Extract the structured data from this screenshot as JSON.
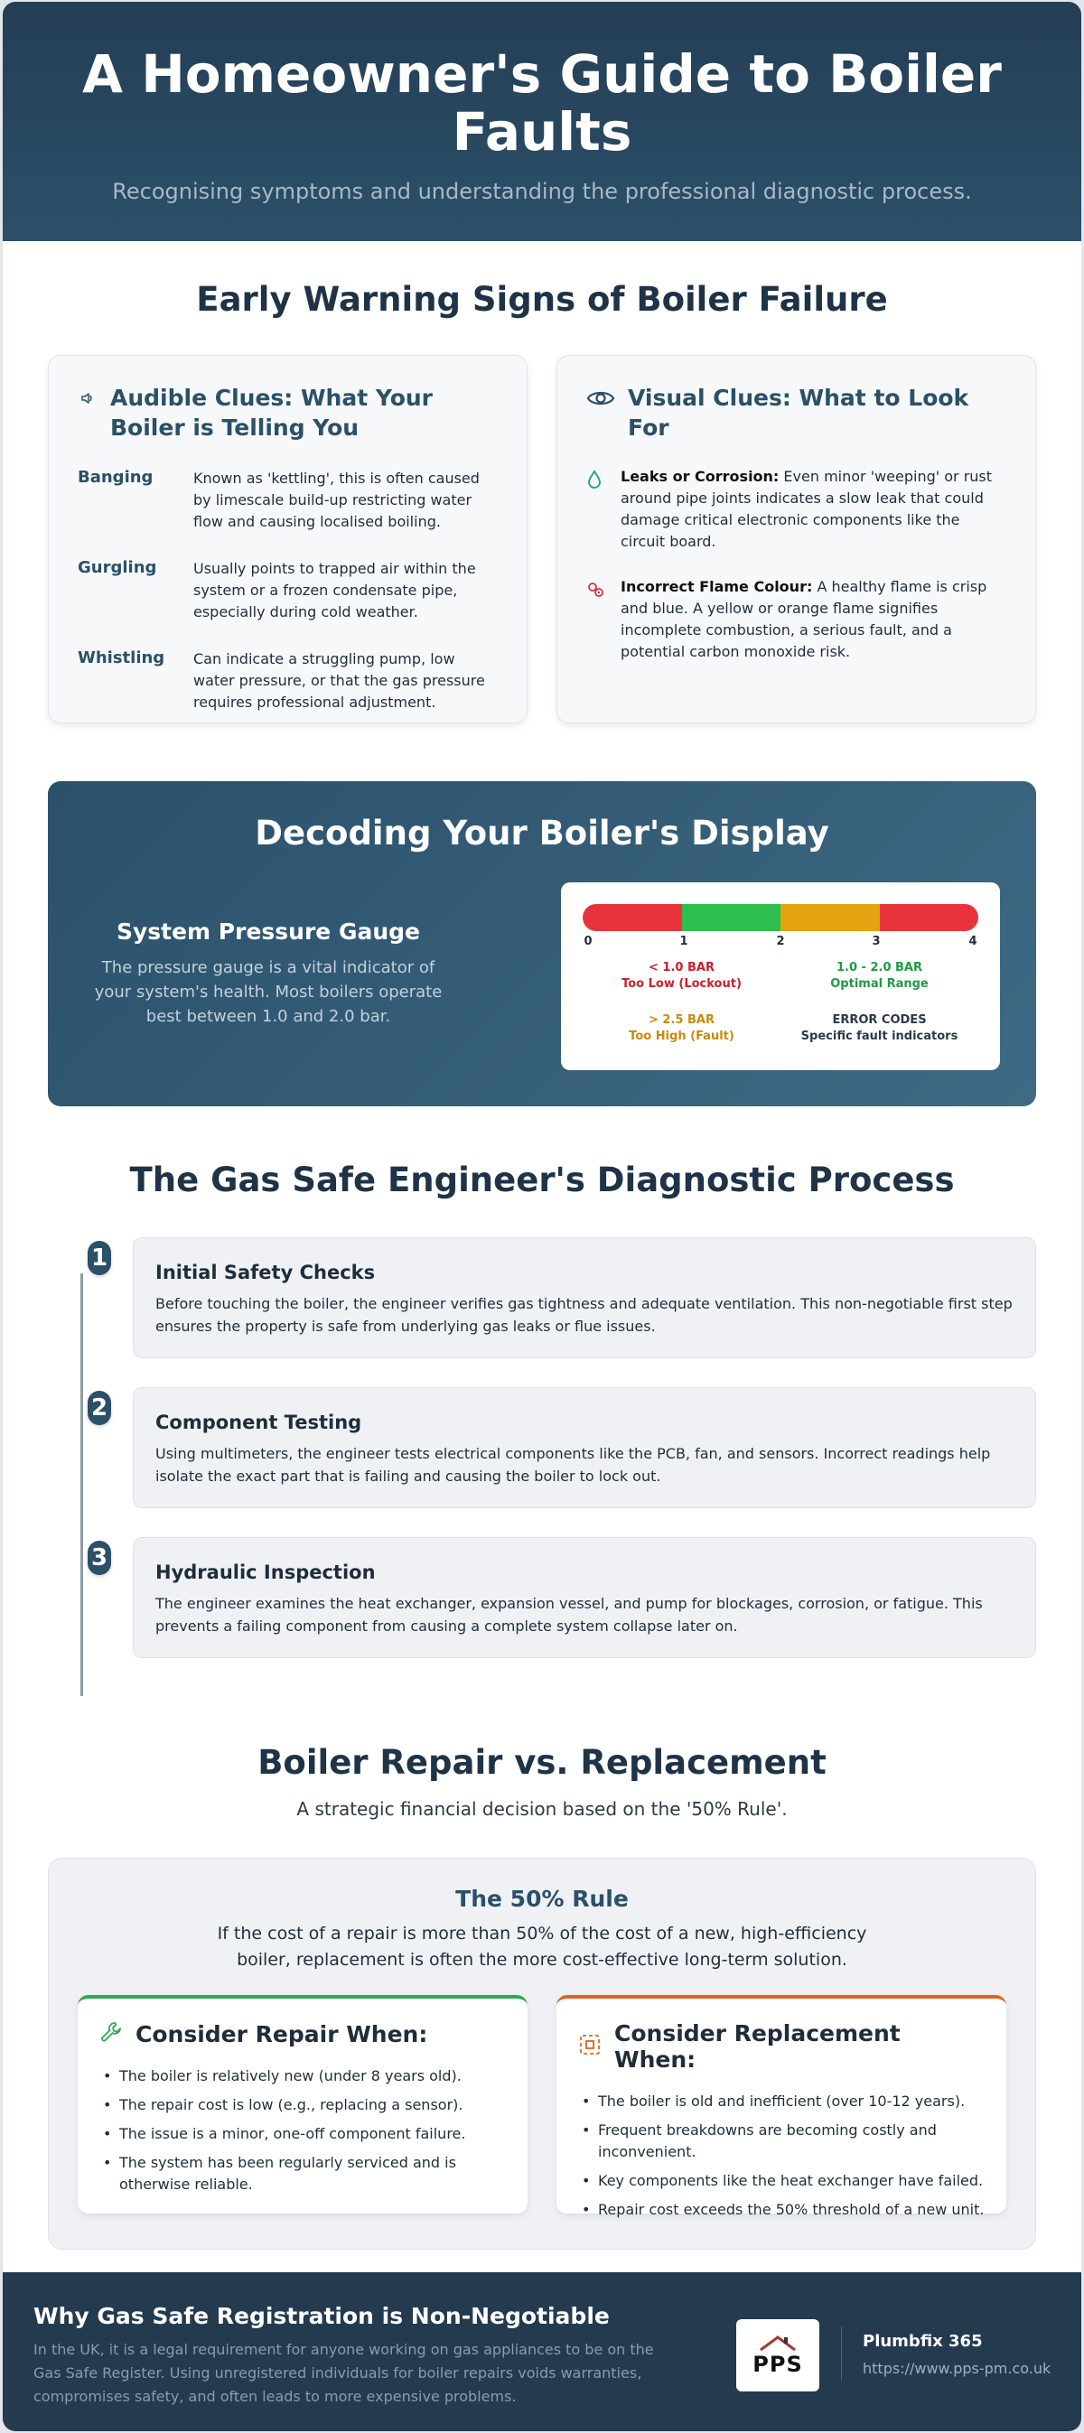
{
  "header": {
    "title": "A Homeowner's Guide to Boiler Faults",
    "subtitle": "Recognising symptoms and understanding the professional diagnostic process."
  },
  "warning_signs": {
    "title": "Early Warning Signs of Boiler Failure",
    "audible": {
      "icon": "speaker-icon",
      "title": "Audible Clues: What Your Boiler is Telling You",
      "items": [
        {
          "name": "Banging",
          "desc": "Known as 'kettling', this is often caused by limescale build-up restricting water flow and causing localised boiling."
        },
        {
          "name": "Gurgling",
          "desc": "Usually points to trapped air within the system or a frozen condensate pipe, especially during cold weather."
        },
        {
          "name": "Whistling",
          "desc": "Can indicate a struggling pump, low water pressure, or that the gas pressure requires professional adjustment."
        }
      ]
    },
    "visual": {
      "icon": "eye-icon",
      "title": "Visual Clues: What to Look For",
      "items": [
        {
          "icon": "droplet-icon",
          "label": "Leaks or Corrosion:",
          "desc": " Even minor 'weeping' or rust around pipe joints indicates a slow leak that could damage critical electronic components like the circuit board."
        },
        {
          "icon": "flame-icon",
          "label": "Incorrect Flame Colour:",
          "desc": " A healthy flame is crisp and blue. A yellow or orange flame signifies incomplete combustion, a serious fault, and a potential carbon monoxide risk."
        }
      ]
    }
  },
  "display": {
    "title": "Decoding Your Boiler's Display",
    "gauge_title": "System Pressure Gauge",
    "gauge_desc": "The pressure gauge is a vital indicator of your system's health. Most boilers operate best between 1.0 and 2.0 bar.",
    "gauge_colors": [
      "#e8333d",
      "#2cbf4f",
      "#e5a30f",
      "#e8333d"
    ],
    "ticks": [
      "0",
      "1",
      "2",
      "3",
      "4"
    ],
    "legend": [
      {
        "value": "< 1.0 BAR",
        "label": "Too Low (Lockout)",
        "color": "#c8202c"
      },
      {
        "value": "1.0 - 2.0 BAR",
        "label": "Optimal Range",
        "color": "#1f9a40"
      },
      {
        "value": "> 2.5 BAR",
        "label": "Too High (Fault)",
        "color": "#c98a0a"
      },
      {
        "value": "ERROR CODES",
        "label": "Specific fault indicators",
        "color": "#2c3a47"
      }
    ]
  },
  "process": {
    "title": "The Gas Safe Engineer's Diagnostic Process",
    "steps": [
      {
        "num": "1",
        "title": "Initial Safety Checks",
        "desc": "Before touching the boiler, the engineer verifies gas tightness and adequate ventilation. This non-negotiable first step ensures the property is safe from underlying gas leaks or flue issues."
      },
      {
        "num": "2",
        "title": "Component Testing",
        "desc": "Using multimeters, the engineer tests electrical components like the PCB, fan, and sensors. Incorrect readings help isolate the exact part that is failing and causing the boiler to lock out."
      },
      {
        "num": "3",
        "title": "Hydraulic Inspection",
        "desc": "The engineer examines the heat exchanger, expansion vessel, and pump for blockages, corrosion, or fatigue. This prevents a failing component from causing a complete system collapse later on."
      }
    ]
  },
  "repair": {
    "title": "Boiler Repair vs. Replacement",
    "subtitle": "A strategic financial decision based on the '50% Rule'.",
    "rule_title": "The 50% Rule",
    "rule_text": "If the cost of a repair is more than 50% of the cost of a new, high-efficiency boiler, replacement is often the more cost-effective long-term solution.",
    "repair_when": {
      "icon": "wrench-icon",
      "title": "Consider Repair When:",
      "items": [
        "The boiler is relatively new (under 8 years old).",
        "The repair cost is low (e.g., replacing a sensor).",
        "The issue is a minor, one-off component failure.",
        "The system has been regularly serviced and is otherwise reliable."
      ]
    },
    "replace_when": {
      "icon": "replace-icon",
      "title": "Consider Replacement When:",
      "items": [
        "The boiler is old and inefficient (over 10-12 years).",
        "Frequent breakdowns are becoming costly and inconvenient.",
        "Key components like the heat exchanger have failed.",
        "Repair cost exceeds the 50% threshold of a new unit."
      ]
    }
  },
  "footer": {
    "title": "Why Gas Safe Registration is Non-Negotiable",
    "text": "In the UK, it is a legal requirement for anyone working on gas appliances to be on the Gas Safe Register. Using unregistered individuals for boiler repairs voids warranties, compromises safety, and often leads to more expensive problems.",
    "logo_text": "PPS",
    "brand_name": "Plumbfix 365",
    "brand_url": "https://www.pps-pm.co.uk"
  }
}
